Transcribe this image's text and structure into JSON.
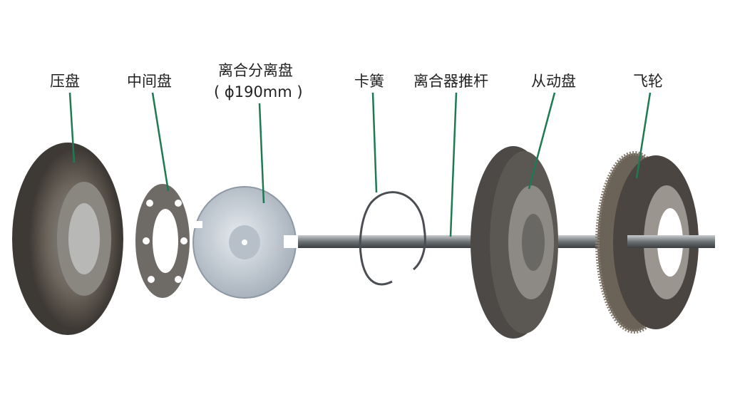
{
  "labels": {
    "pressure_plate": "压盘",
    "intermediate_plate": "中间盘",
    "release_plate": "离合分离盘",
    "release_plate_size": "( ϕ190mm )",
    "circlip": "卡簧",
    "push_rod": "离合器推杆",
    "driven_plate": "从动盘",
    "flywheel": "飞轮"
  },
  "colors": {
    "leader_line": "#1e7a52",
    "metal_dark": "#4a4540",
    "metal_light": "#a8a29a",
    "release_plate": "#c9d2db"
  }
}
